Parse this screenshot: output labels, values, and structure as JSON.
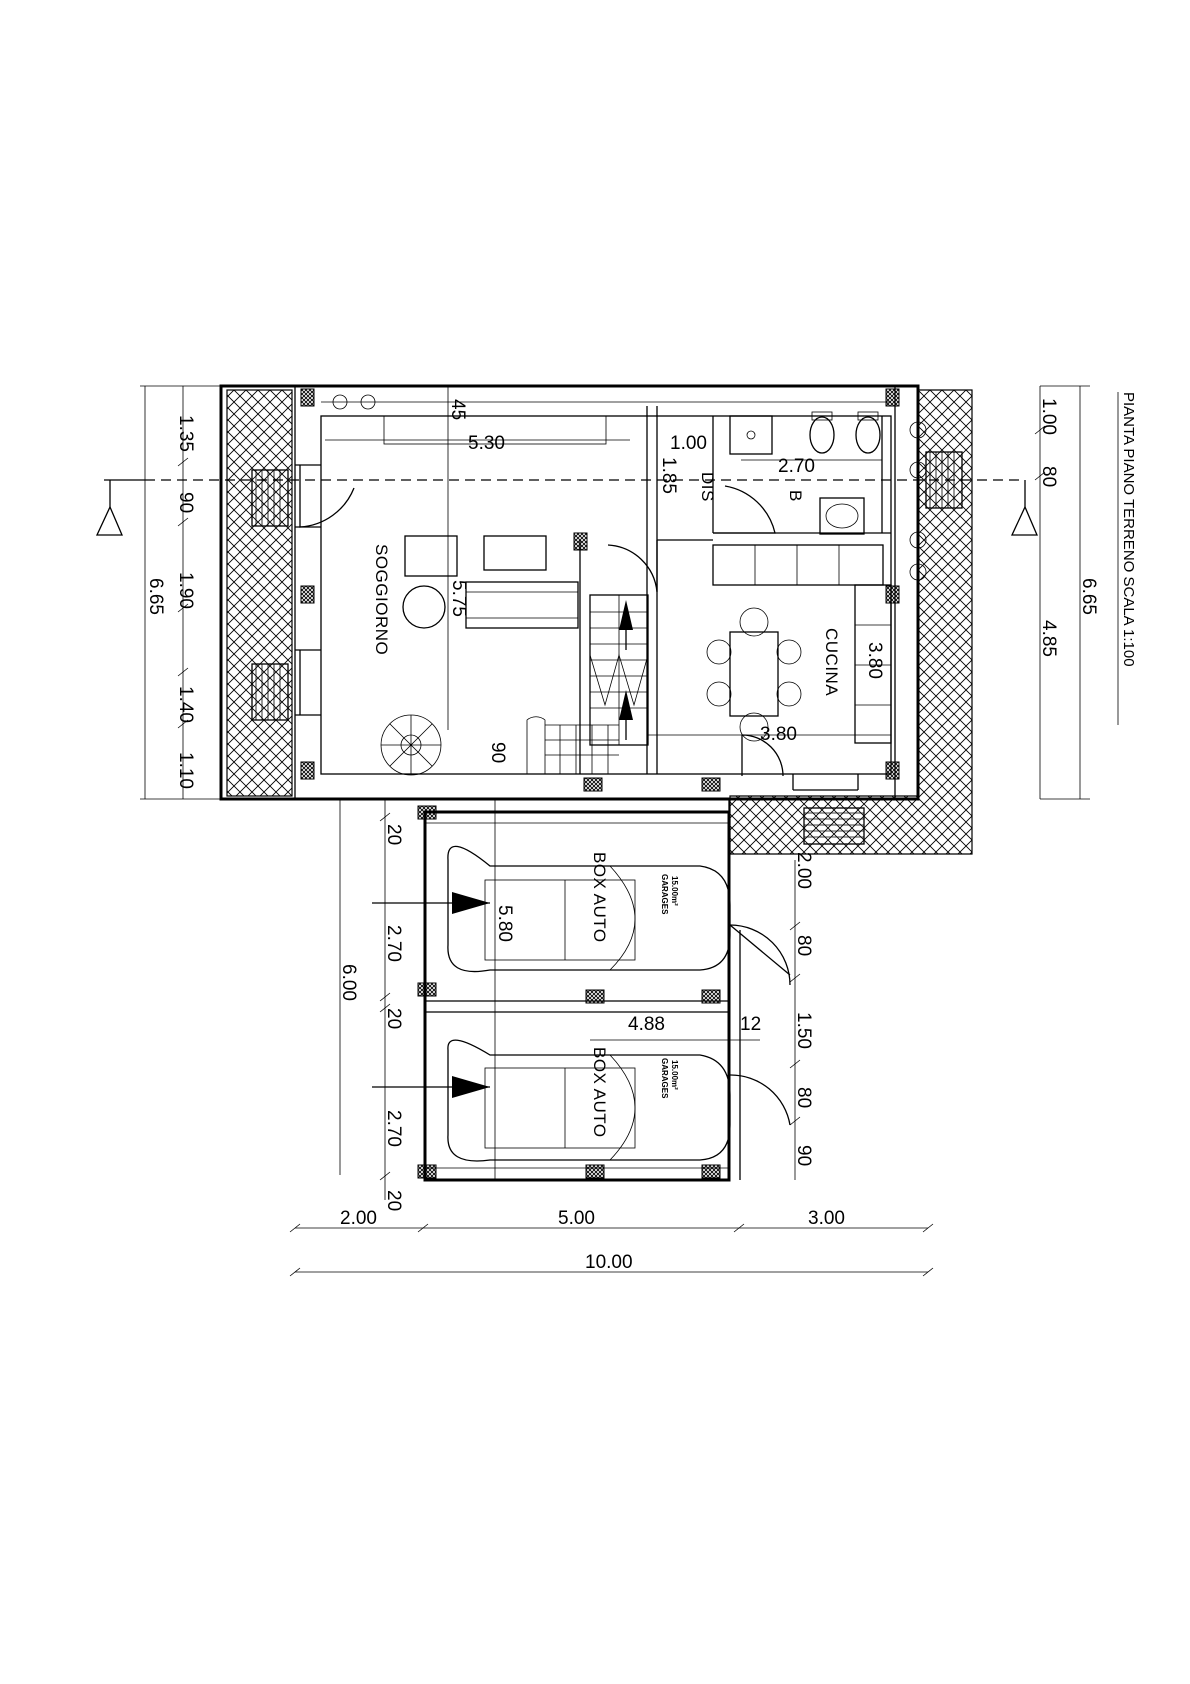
{
  "title": "PIANTA PIANO TERRENO SCALA 1:100",
  "rooms": {
    "soggiorno": "SOGGIORNO",
    "cucina": "CUCINA",
    "dis": "DIS",
    "bagno": "B",
    "box_auto_1": "BOX AUTO",
    "box_auto_2": "BOX AUTO",
    "garage_tag_1_a": "GARAGES",
    "garage_tag_1_b": "15.00m²",
    "garage_tag_2_a": "GARAGES",
    "garage_tag_2_b": "15.00m²"
  },
  "dims": {
    "d_45": "45",
    "d_530": "5.30",
    "d_100a": "1.00",
    "d_185": "1.85",
    "d_270a": "2.70",
    "d_575": "5.75",
    "d_90a": "90",
    "d_380a": "3.80",
    "d_380b": "3.80",
    "left_135": "1.35",
    "left_90": "90",
    "left_190": "1.90",
    "left_140": "1.40",
    "left_110": "1.10",
    "left_665": "6.65",
    "right_100": "1.00",
    "right_80": "80",
    "right_485": "4.85",
    "right_665": "6.65",
    "g_20a": "20",
    "g_270a": "2.70",
    "g_20b": "20",
    "g_270b": "2.70",
    "g_20c": "20",
    "g_600": "6.00",
    "g_580": "5.80",
    "g_488": "4.88",
    "g_12": "12",
    "g_200": "2.00",
    "g_80a": "80",
    "g_150": "1.50",
    "g_80b": "80",
    "g_90": "90",
    "b_200": "2.00",
    "b_500": "5.00",
    "b_300": "3.00",
    "b_1000": "10.00"
  }
}
